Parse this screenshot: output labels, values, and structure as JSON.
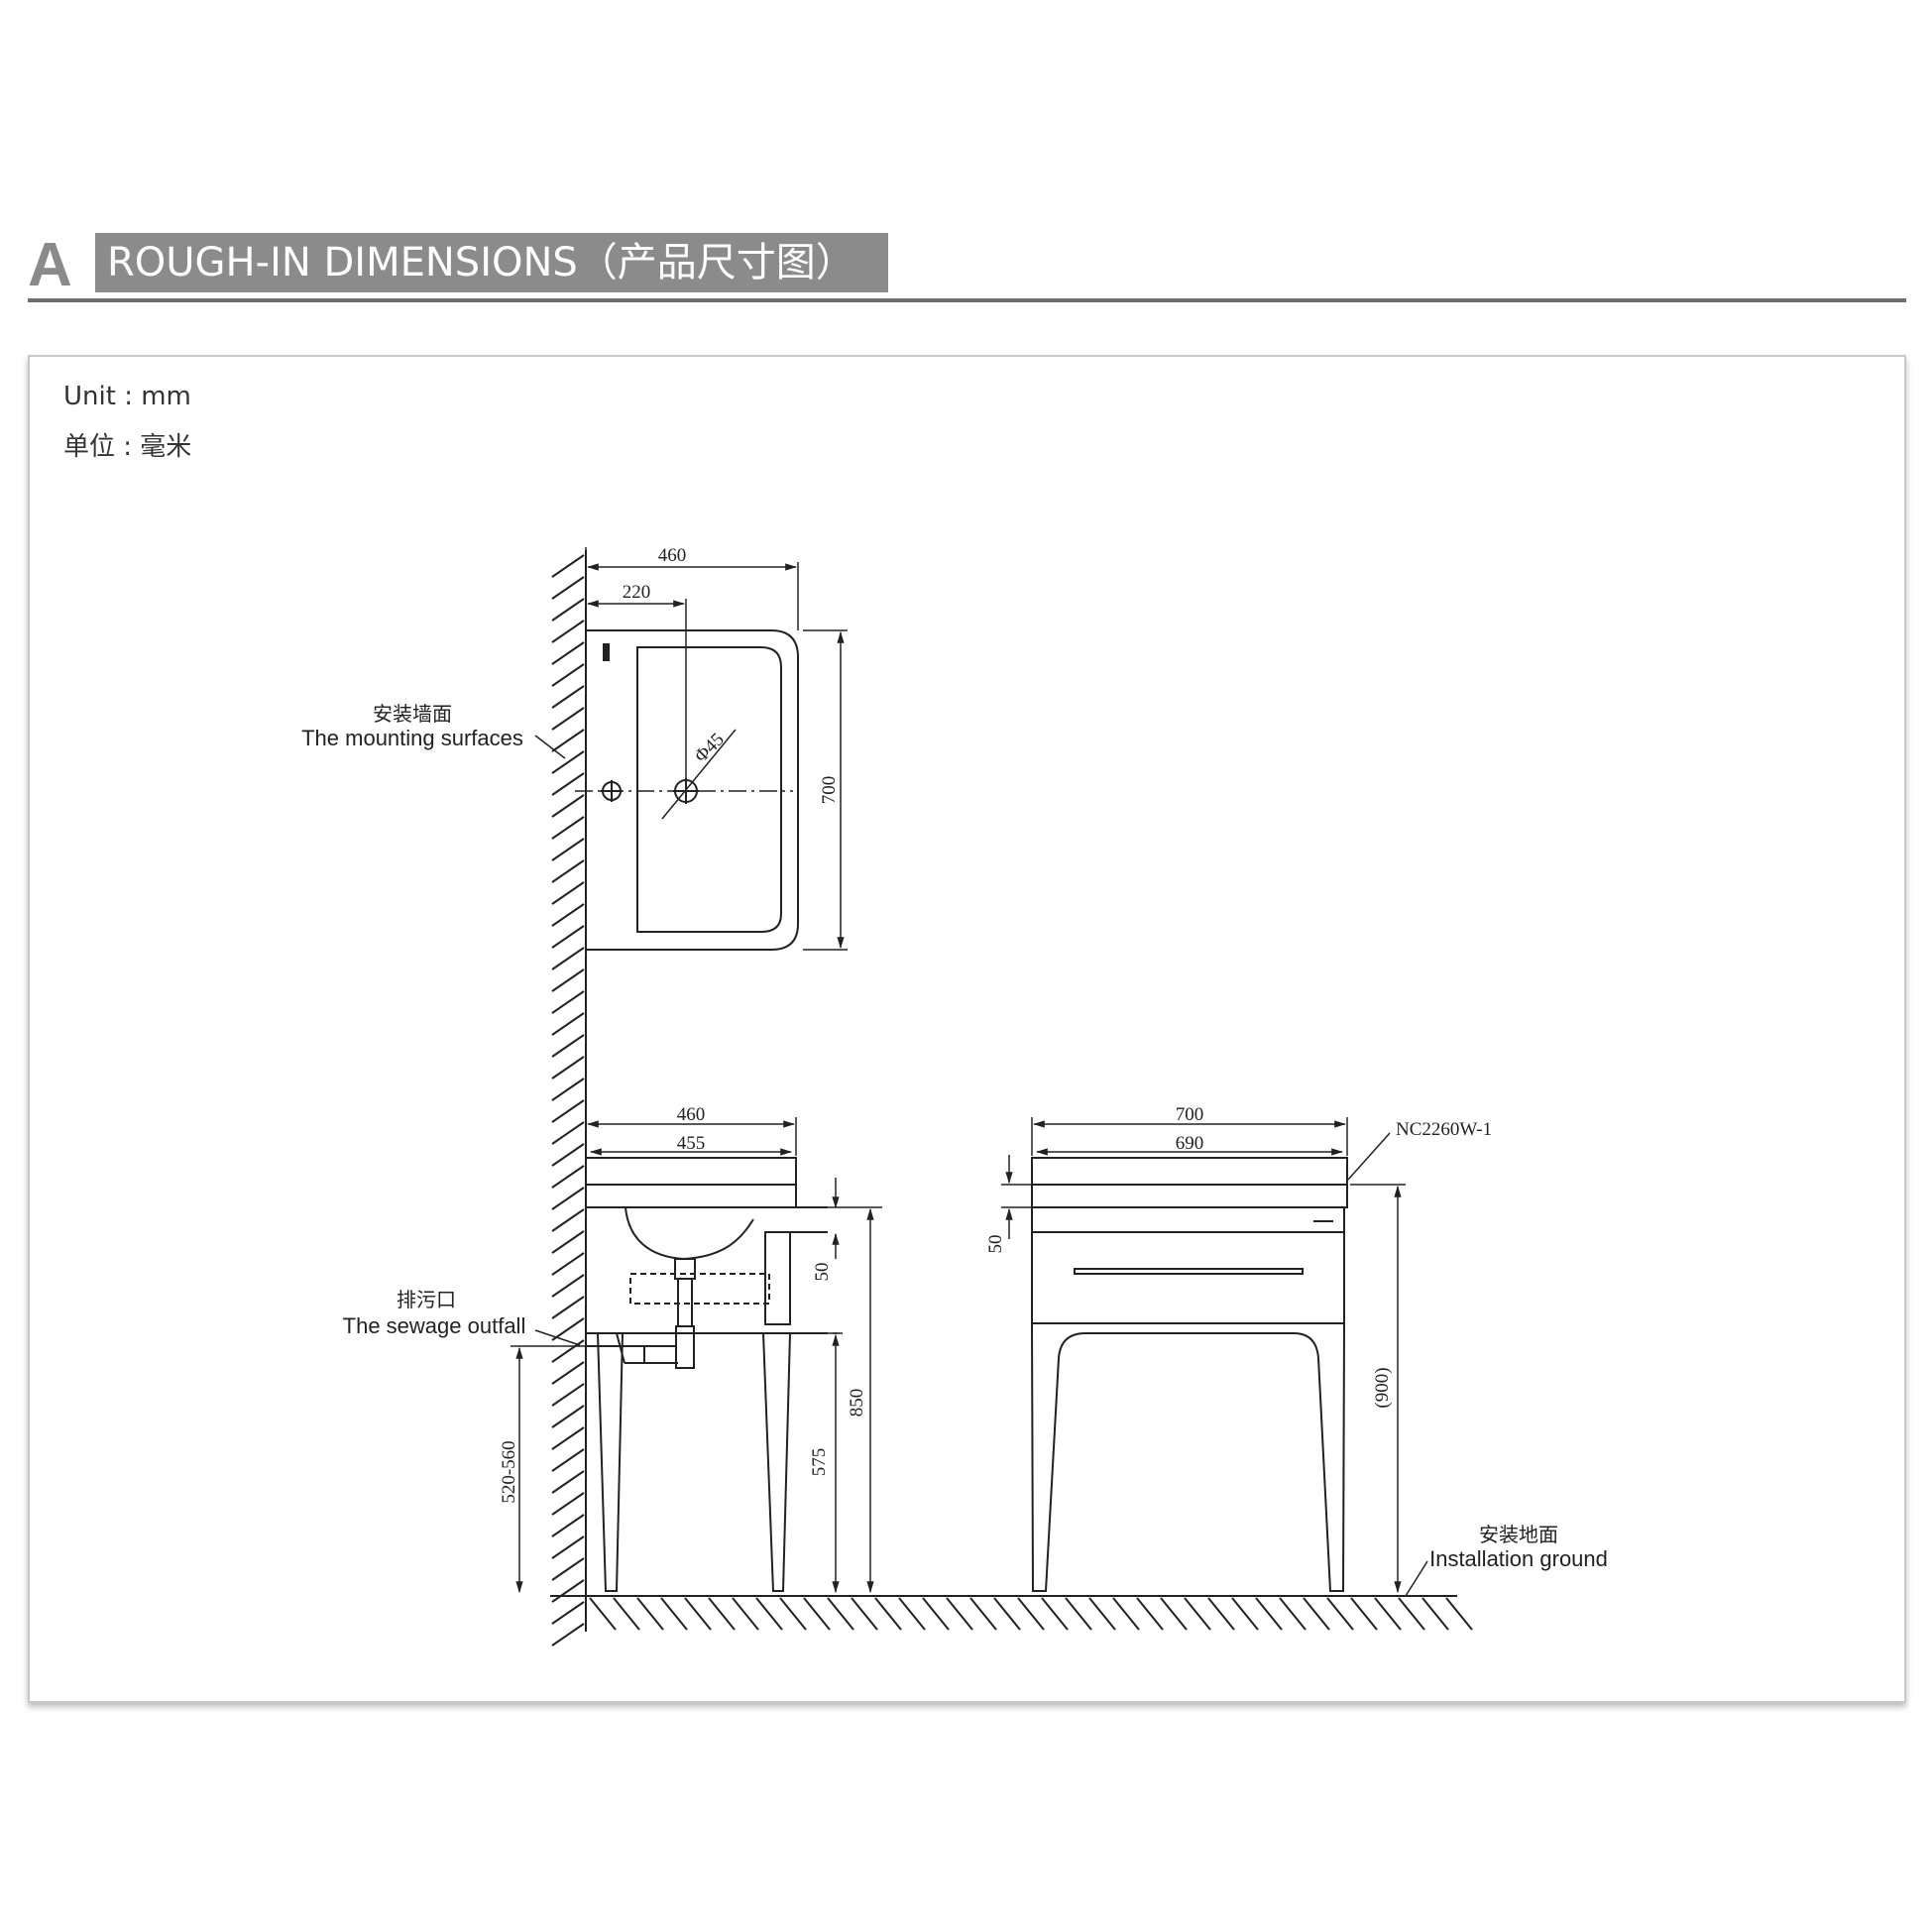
{
  "header": {
    "letter": "A",
    "title": "ROUGH-IN  DIMENSIONS（产品尺寸图）"
  },
  "units": {
    "en": "Unit  : mm",
    "cn": "单位  : 毫米"
  },
  "top_view": {
    "width_overall": "460",
    "drain_offset": "220",
    "depth": "700",
    "drain_diameter": "Φ45"
  },
  "labels": {
    "mounting_cn": "安装墙面",
    "mounting_en": "The mounting surfaces",
    "sewage_cn": "排污口",
    "sewage_en": "The sewage outfall",
    "ground_cn": "安装地面",
    "ground_en": "Installation ground",
    "model": "NC2260W-1"
  },
  "side_view": {
    "top_width": "460",
    "inner_width": "455",
    "top_thickness": "50",
    "height": "850",
    "leg_height": "575",
    "outfall_height": "520-560"
  },
  "front_view": {
    "top_width": "700",
    "inner_width": "690",
    "top_thickness": "50",
    "overall_height": "(900)"
  },
  "colors": {
    "header_bar": "#8b8b8b",
    "header_text": "#ffffff",
    "line": "#222222",
    "rule": "#6e6e6e"
  }
}
